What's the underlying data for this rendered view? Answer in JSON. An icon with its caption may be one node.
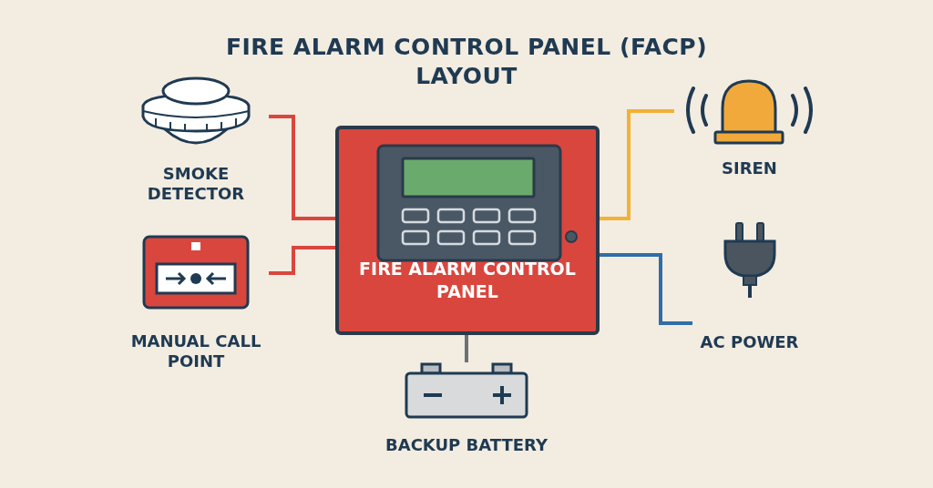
{
  "diagram": {
    "title": "FIRE ALARM CONTROL PANEL (FACP) LAYOUT",
    "nodes": [
      {
        "text": [
          "SMOKE DETECTOR"
        ]
      },
      {
        "text": [
          "MANUAL CALL POINT"
        ]
      },
      {
        "text": [
          "FIRE ALARM CONTROL PANEL"
        ]
      },
      {
        "text": [
          "SIREN"
        ]
      },
      {
        "text": [
          "AC POWER"
        ]
      },
      {
        "text": [
          "BACKUP BATTERY"
        ]
      }
    ],
    "edges": [
      {
        "from": 0,
        "to": 2,
        "arrow": "none",
        "color": "#d9463e"
      },
      {
        "from": 1,
        "to": 2,
        "arrow": "none",
        "color": "#d9463e"
      },
      {
        "from": 2,
        "to": 3,
        "arrow": "none",
        "color": "#f2b233"
      },
      {
        "from": 2,
        "to": 4,
        "arrow": "none",
        "color": "#2f6ea8"
      },
      {
        "from": 2,
        "to": 5,
        "arrow": "none",
        "color": "#6b7178"
      }
    ]
  }
}
